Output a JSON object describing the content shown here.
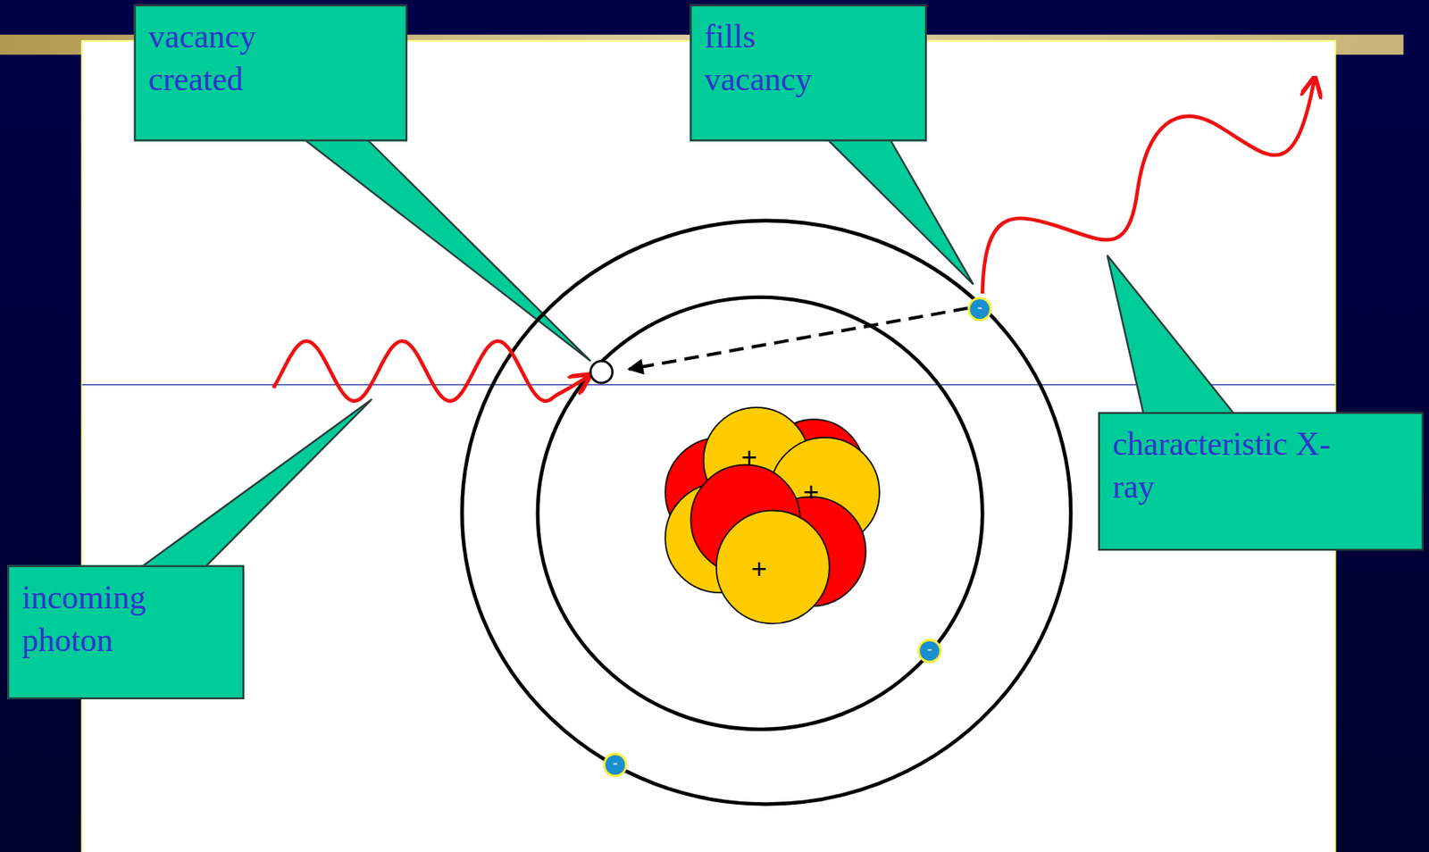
{
  "diagram": {
    "nodes": [
      {
        "text": [
          "vacancy created"
        ]
      },
      {
        "text": [
          "fills vacancy"
        ]
      },
      {
        "text": [
          "characteristic X-ray"
        ]
      },
      {
        "text": [
          "incoming photon"
        ]
      }
    ],
    "labels": [
      "+",
      "+",
      "+",
      "-",
      "-",
      "-"
    ]
  }
}
